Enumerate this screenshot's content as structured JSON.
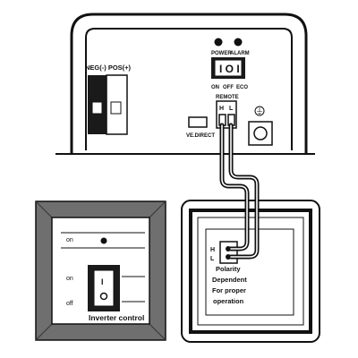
{
  "inverter": {
    "polarity_label": "NEG(-) POS(+)",
    "power_label": "POWER",
    "alarm_label": "ALARM",
    "switch_on": "ON",
    "switch_off": "OFF",
    "switch_eco": "ECO",
    "remote_label": "REMOTE",
    "remote_h": "H",
    "remote_l": "L",
    "ve_direct_label": "VE.DIRECT",
    "ground_symbol": "⏚"
  },
  "remote_panel": {
    "on_indicator_label": "on",
    "switch_on_label": "on",
    "switch_off_label": "off",
    "title": "Inverter control"
  },
  "wall_panel": {
    "terminal_h": "H",
    "terminal_l": "L",
    "note_line1": "Polarity",
    "note_line2": "Dependent",
    "note_line3": "For proper",
    "note_line4": "operation"
  }
}
